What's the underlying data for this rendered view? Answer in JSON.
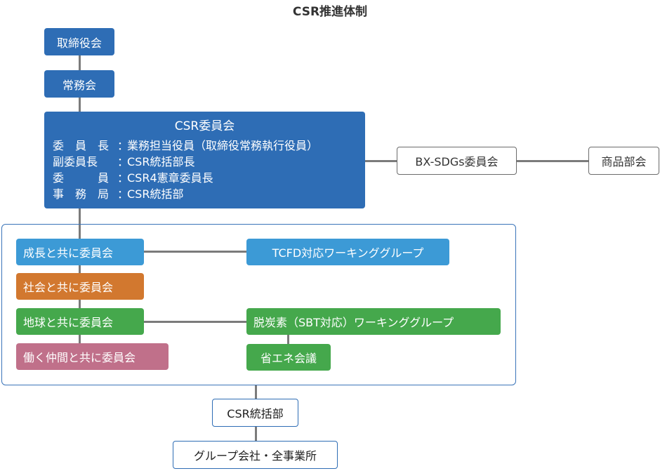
{
  "title": "CSR推進体制",
  "colors": {
    "blue": "#2e6db5",
    "light_blue": "#3c9ad6",
    "orange": "#d2782f",
    "green": "#45a84c",
    "pink": "#c0708a",
    "line": "#7b7b7b"
  },
  "nodes": {
    "board": "取締役会",
    "executive_committee": "常務会",
    "csr_committee": {
      "name": "CSR委員会",
      "members": [
        {
          "role": "委　員　長",
          "sep": "：",
          "value": "業務担当役員（取締役常務執行役員）"
        },
        {
          "role": "副委員長",
          "sep": "：",
          "value": "CSR統括部長"
        },
        {
          "role": "委　　　員",
          "sep": "：",
          "value": "CSR4憲章委員長"
        },
        {
          "role": "事　務　局",
          "sep": "：",
          "value": "CSR統括部"
        }
      ]
    },
    "bx_sdgs": "BX-SDGs委員会",
    "product_dept": "商品部会",
    "growth_committee": "成長と共に委員会",
    "tcfd_wg": "TCFD対応ワーキンググループ",
    "society_committee": "社会と共に委員会",
    "earth_committee": "地球と共に委員会",
    "decarbon_wg": "脱炭素（SBT対応）ワーキンググループ",
    "energy_saving": "省エネ会議",
    "colleagues_committee": "働く仲間と共に委員会",
    "csr_dept": "CSR統括部",
    "group_all": "グループ会社・全事業所"
  }
}
